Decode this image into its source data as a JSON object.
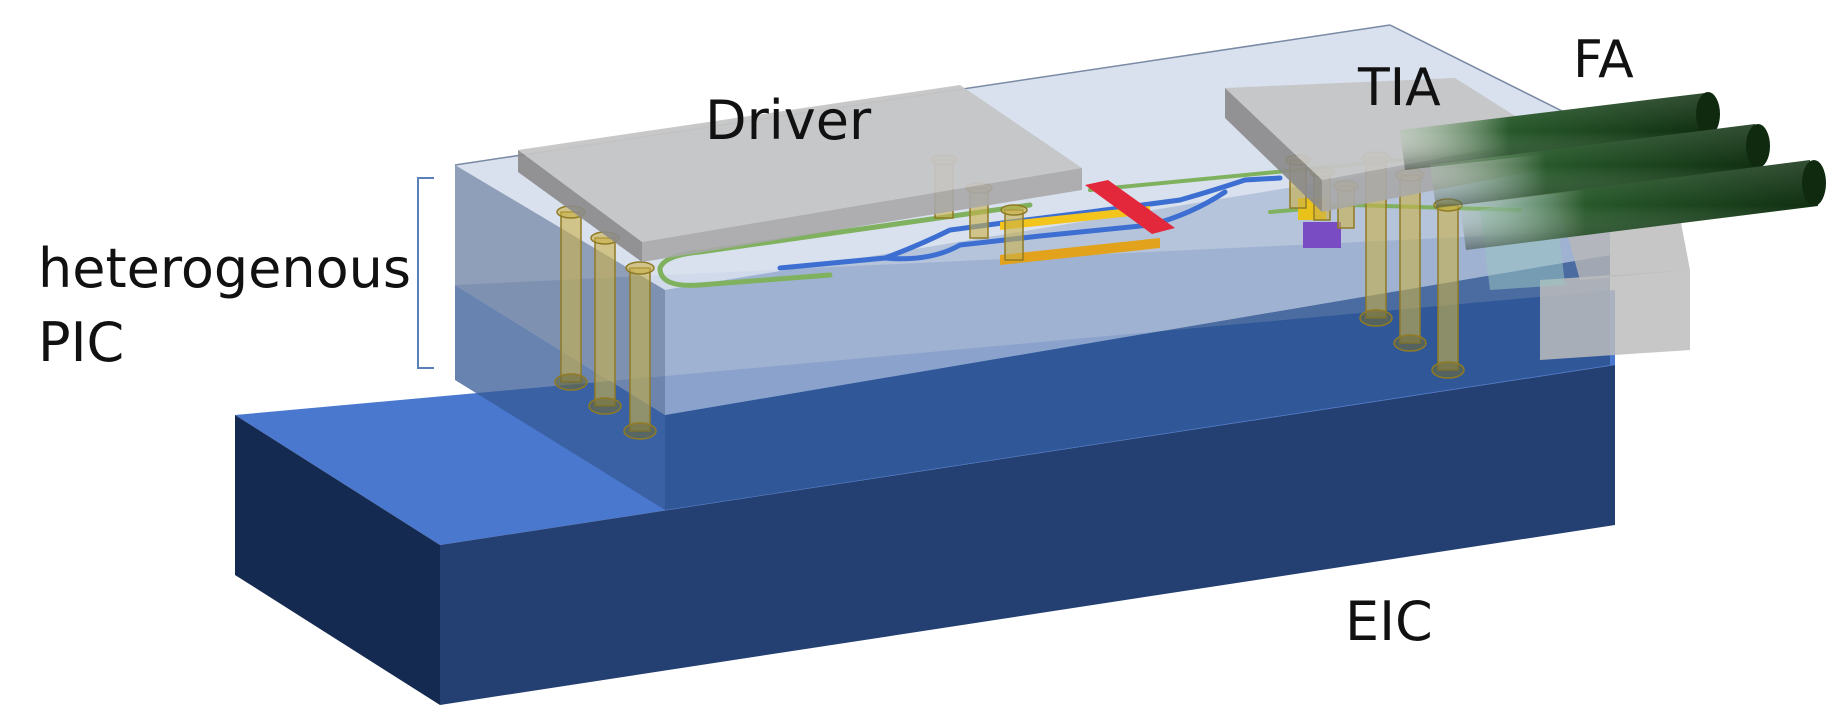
{
  "labels": {
    "driver": "Driver",
    "tia": "TIA",
    "fa": "FA",
    "eic": "EIC",
    "pic_line1": "heterogenous",
    "pic_line2": "PIC"
  },
  "colors": {
    "eic_top": "#4a78cf",
    "eic_front": "#243f72",
    "eic_left": "#152a50",
    "pic_glass": "#c9d6ea",
    "chip_top": "#c5c5c5",
    "chip_front": "#a9a9a9",
    "via": "#c9b04a",
    "waveguide_blue": "#3c6fd1",
    "waveguide_green": "#7fb15e",
    "electrode_yellow": "#f2c41c",
    "heater_red": "#e3283c",
    "photodiode_purple": "#7a4cc4",
    "fiber": "#1f4a1c"
  }
}
